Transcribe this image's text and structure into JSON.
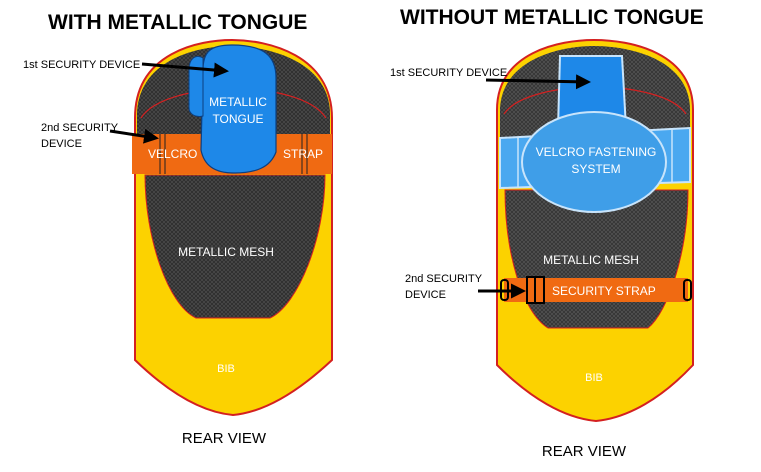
{
  "left": {
    "title": "WITH METALLIC TONGUE",
    "first_device": "1st SECURITY DEVICE",
    "second_device_line1": "2nd SECURITY",
    "second_device_line2": "DEVICE",
    "tongue_line1": "METALLIC",
    "tongue_line2": "TONGUE",
    "velcro": "VELCRO",
    "strap": "STRAP",
    "mesh": "METALLIC MESH",
    "bib": "BIB",
    "view": "REAR VIEW"
  },
  "right": {
    "title": "WITHOUT METALLIC TONGUE",
    "first_device": "1st SECURITY DEVICE",
    "second_device_line1": "2nd SECURITY",
    "second_device_line2": "DEVICE",
    "velcro_line1": "VELCRO FASTENING",
    "velcro_line2": "SYSTEM",
    "mesh": "METALLIC MESH",
    "security_strap": "SECURITY STRAP",
    "bib": "BIB",
    "view": "REAR VIEW"
  },
  "colors": {
    "bib": "#fcd200",
    "outline": "#d42020",
    "mesh": "#4a4a4a",
    "strap": "#f06a12",
    "tongue": "#1e88e8",
    "velcro": "#4aa8f0"
  }
}
